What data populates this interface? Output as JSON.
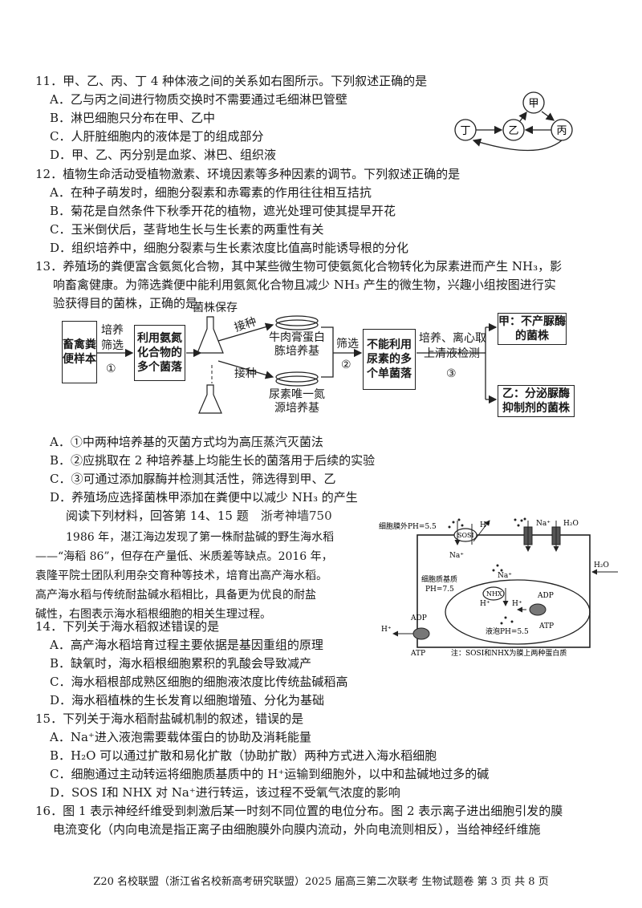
{
  "q11": {
    "stem": "11．甲、乙、丙、丁 4 种体液之间的关系如右图所示。下列叙述正确的是",
    "options": [
      "A．乙与丙之间进行物质交换时不需要通过毛细淋巴管壁",
      "B．淋巴细胞只分布在甲、乙中",
      "C．人肝脏细胞内的液体是丁的组成部分",
      "D．甲、乙、丙分别是血浆、淋巴、组织液"
    ],
    "diagram": {
      "jia": "甲",
      "yi": "乙",
      "bing": "丙",
      "ding": "丁"
    }
  },
  "q12": {
    "stem": "12．植物生命活动受植物激素、环境因素等多种因素的调节。下列叙述正确的是",
    "options": [
      "A．在种子萌发时，细胞分裂素和赤霉素的作用往往相互拮抗",
      "B．菊花是自然条件下秋季开花的植物，遮光处理可使其提早开花",
      "C．玉米倒伏后，茎背地生长与生长素的两重性有关",
      "D．组织培养中，细胞分裂素与生长素浓度比值高时能诱导根的分化"
    ]
  },
  "q13": {
    "stem_lines": [
      "13．养殖场的粪便富含氨氮化合物，其中某些微生物可使氨氮化合物转化为尿素进而产生 NH₃，影",
      "响畜禽健康。为筛选粪便中能利用氨氮化合物且减少 NH₃ 产生的微生物，兴趣小组按图进行实",
      "验获得目的菌株，正确的是"
    ],
    "flow": {
      "sample": "畜禽粪便样本",
      "step1_top": "培养",
      "step1_mid": "筛选",
      "step1_num": "①",
      "colonies": "利用氨氮化合物的多个菌落",
      "preserve": "菌株保存",
      "inoc1": "接种",
      "inoc2": "接种",
      "medium1": "牛肉膏蛋白胨培养基",
      "medium2": "尿素唯一氮源培养基",
      "step2_top": "筛选",
      "step2_num": "②",
      "single": "不能利用尿素的多个单菌落",
      "step3_a": "培养、离心取",
      "step3_b": "上清液检测",
      "step3_num": "③",
      "result1": "甲：不产脲酶的菌株",
      "result2": "乙：分泌脲酶抑制剂的菌株"
    },
    "options": [
      "A．①中两种培养基的灭菌方式均为高压蒸汽灭菌法",
      "B．②应挑取在 2 种培养基上均能生长的菌落用于后续的实验",
      "C．③可通过添加脲酶并检测其活性，筛选得到甲、乙",
      "D．养殖场应选择菌株甲添加在粪便中以减少 NH₃ 的产生"
    ]
  },
  "material": {
    "intro": "阅读下列材料，回答第 14、15 题",
    "watermark": "浙考神墙750",
    "lines": [
      "1986 年，湛江海边发现了第一株耐盐碱的野生海水稻",
      "——“海稻 86”，但存在产量低、米质差等缺点。2016 年，",
      "袁隆平院士团队利用杂交育种等技术，培育出高产海水稻。",
      "高产海水稻与传统耐盐碱水稻相比，具备更为优良的耐盐",
      "碱性，右图表示海水稻根细胞的相关生理过程。"
    ]
  },
  "cell": {
    "outside": "细胞膜外PH=5.5",
    "matrix": "细胞质基质",
    "matrix_ph": "PH=7.5",
    "vacuole": "液泡PH=5.5",
    "sosi": "SOSI",
    "nhx": "NHX",
    "h": "H⁺",
    "na": "Na⁺",
    "h2o": "H₂O",
    "adp": "ADP",
    "atp": "ATP",
    "note": "注：SOSI和NHX为膜上两种蛋白质"
  },
  "q14": {
    "stem": "14．下列关于海水稻叙述错误的是",
    "options": [
      "A．高产海水稻培育过程主要依据是基因重组的原理",
      "B．缺氧时，海水稻根细胞累积的乳酸会导致减产",
      "C．海水稻根部成熟区细胞的细胞液浓度比传统盐碱稻高",
      "D．海水稻植株的生长发育以细胞增殖、分化为基础"
    ]
  },
  "q15": {
    "stem": "15．下列关于海水稻耐盐碱机制的叙述，错误的是",
    "options": [
      "A．Na⁺进入液泡需要载体蛋白的协助及消耗能量",
      "B．H₂O 可以通过扩散和易化扩散（协助扩散）两种方式进入海水稻细胞",
      "C．细胞通过主动转运将细胞质基质中的 H⁺运输到细胞外，以中和盐碱地过多的碱",
      "D．SOS Ⅰ和 NHX 对 Na⁺进行转运，该过程不受氧气浓度的影响"
    ]
  },
  "q16": {
    "lines": [
      "16．图 1 表示神经纤维受到刺激后某一时刻不同位置的电位分布。图 2 表示离子进出细胞引发的膜",
      "电流变化（内向电流是指正离子由细胞膜外向膜内流动，外向电流则相反），当给神经纤维施"
    ]
  },
  "footer": "Z20 名校联盟（浙江省名校新高考研究联盟）2025 届高三第二次联考  生物试题卷  第 3 页 共 8 页"
}
